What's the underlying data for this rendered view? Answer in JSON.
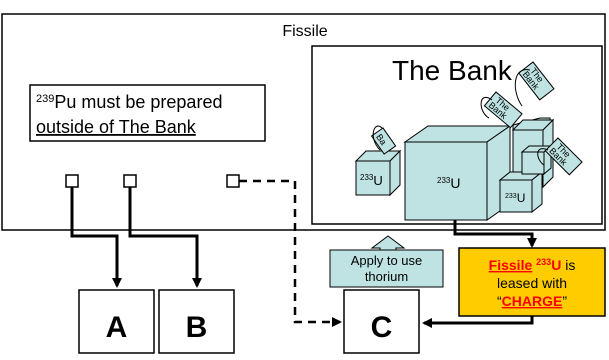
{
  "fissile_label": "Fissile",
  "bank": {
    "title": "The Bank",
    "tag_text": [
      "The",
      "Bank"
    ],
    "cube_label_sup": "233",
    "cube_label_main": "U",
    "partial_tag_text": "Ba"
  },
  "pu_note": {
    "line1_sup": "239",
    "line1_main": "Pu must be prepared",
    "line2": "outside of The Bank"
  },
  "apply_box": {
    "line1": "Apply to use",
    "line2": "thorium"
  },
  "lease_box": {
    "fissile": "Fissile",
    "sup": "233",
    "u": "U",
    "is": " is",
    "line2": "leased with",
    "quote_open": "“",
    "charge": "CHARGE",
    "quote_close": "”"
  },
  "nodes": {
    "a": "A",
    "b": "B",
    "c": "C"
  },
  "colors": {
    "cube_fill": "#bfe3e3",
    "apply_fill": "#bfe3e3",
    "lease_fill": "#ffcc00",
    "accent_red": "#ff0000"
  }
}
